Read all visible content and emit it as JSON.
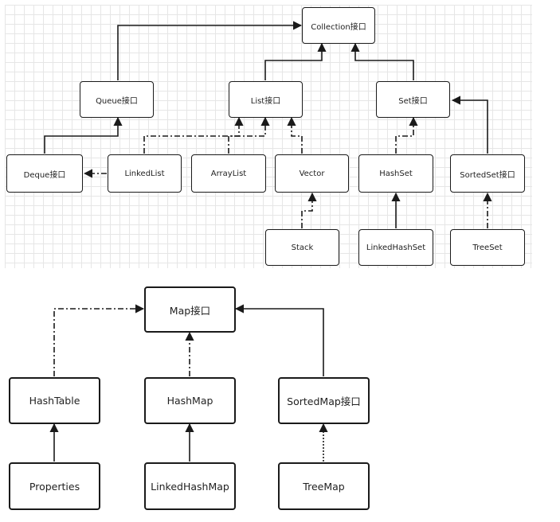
{
  "top_diagram": {
    "nodes": {
      "collection": "Collection接口",
      "queue": "Queue接口",
      "list": "List接口",
      "set": "Set接口",
      "deque": "Deque接口",
      "linkedlist": "LinkedList",
      "arraylist": "ArrayList",
      "vector": "Vector",
      "hashset": "HashSet",
      "sortedset": "SortedSet接口",
      "stack": "Stack",
      "linkedhashset": "LinkedHashSet",
      "treeset": "TreeSet"
    },
    "edges": [
      {
        "from": "queue",
        "to": "collection",
        "style": "solid"
      },
      {
        "from": "list",
        "to": "collection",
        "style": "solid"
      },
      {
        "from": "set",
        "to": "collection",
        "style": "solid"
      },
      {
        "from": "deque",
        "to": "queue",
        "style": "solid"
      },
      {
        "from": "linkedlist",
        "to": "deque",
        "style": "dash-dot"
      },
      {
        "from": "linkedlist",
        "to": "list",
        "style": "dash-dot"
      },
      {
        "from": "arraylist",
        "to": "list",
        "style": "dash-dot"
      },
      {
        "from": "vector",
        "to": "list",
        "style": "dash-dot"
      },
      {
        "from": "stack",
        "to": "vector",
        "style": "dash-dot"
      },
      {
        "from": "hashset",
        "to": "set",
        "style": "dash-dot"
      },
      {
        "from": "sortedset",
        "to": "set",
        "style": "solid"
      },
      {
        "from": "linkedhashset",
        "to": "hashset",
        "style": "solid"
      },
      {
        "from": "treeset",
        "to": "sortedset",
        "style": "dash-dot"
      }
    ]
  },
  "bottom_diagram": {
    "nodes": {
      "map": "Map接口",
      "hashtable": "HashTable",
      "hashmap": "HashMap",
      "sortedmap": "SortedMap接口",
      "properties": "Properties",
      "linkedhashmap": "LinkedHashMap",
      "treemap": "TreeMap"
    },
    "edges": [
      {
        "from": "hashtable",
        "to": "map",
        "style": "dash-dot"
      },
      {
        "from": "hashmap",
        "to": "map",
        "style": "dash-dot"
      },
      {
        "from": "sortedmap",
        "to": "map",
        "style": "solid"
      },
      {
        "from": "properties",
        "to": "hashtable",
        "style": "solid"
      },
      {
        "from": "linkedhashmap",
        "to": "hashmap",
        "style": "solid"
      },
      {
        "from": "treemap",
        "to": "sortedmap",
        "style": "dotted"
      }
    ]
  },
  "colors": {
    "line": "#1a1a1a",
    "grid": "#e6e6e6"
  }
}
